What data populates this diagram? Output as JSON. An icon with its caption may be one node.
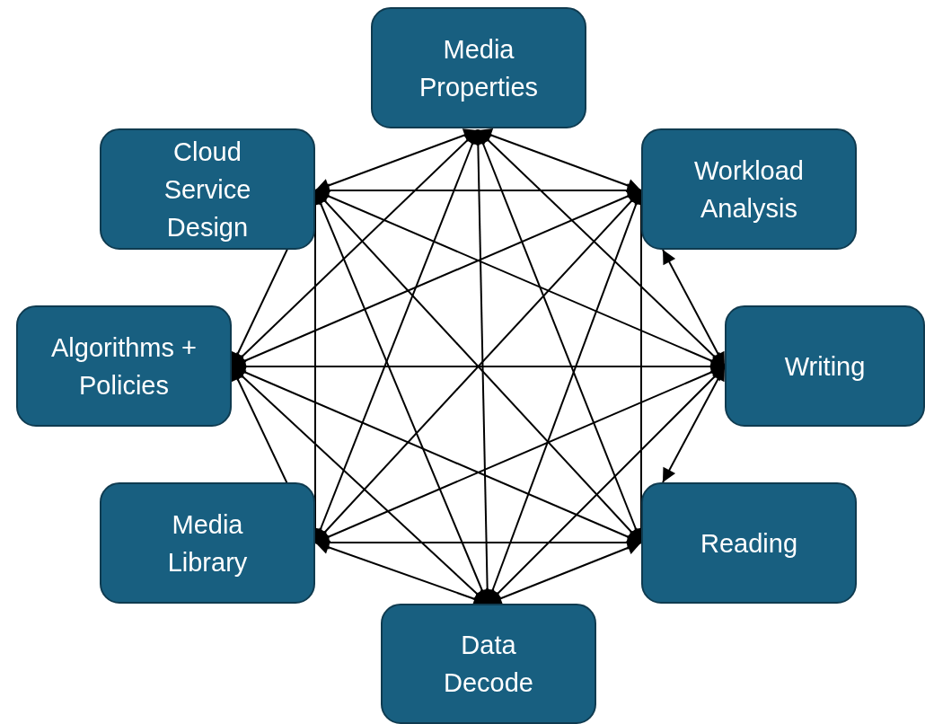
{
  "diagram": {
    "nodes": [
      {
        "text": [
          "Media Properties"
        ]
      },
      {
        "text": [
          "Cloud Service Design"
        ]
      },
      {
        "text": [
          "Workload Analysis"
        ]
      },
      {
        "text": [
          "Algorithms + Policies"
        ]
      },
      {
        "text": [
          "Writing"
        ]
      },
      {
        "text": [
          "Media Library"
        ]
      },
      {
        "text": [
          "Reading"
        ]
      },
      {
        "text": [
          "Data Decode"
        ]
      }
    ],
    "edges": [
      {
        "from": 0,
        "to": 1,
        "arrow": "both"
      },
      {
        "from": 0,
        "to": 2,
        "arrow": "both"
      },
      {
        "from": 0,
        "to": 3,
        "arrow": "both"
      },
      {
        "from": 0,
        "to": 4,
        "arrow": "both"
      },
      {
        "from": 0,
        "to": 5,
        "arrow": "both"
      },
      {
        "from": 0,
        "to": 6,
        "arrow": "both"
      },
      {
        "from": 0,
        "to": 7,
        "arrow": "both"
      },
      {
        "from": 1,
        "to": 2,
        "arrow": "both"
      },
      {
        "from": 1,
        "to": 3,
        "arrow": "both"
      },
      {
        "from": 1,
        "to": 4,
        "arrow": "both"
      },
      {
        "from": 1,
        "to": 5,
        "arrow": "both"
      },
      {
        "from": 1,
        "to": 6,
        "arrow": "both"
      },
      {
        "from": 1,
        "to": 7,
        "arrow": "both"
      },
      {
        "from": 2,
        "to": 3,
        "arrow": "both"
      },
      {
        "from": 2,
        "to": 4,
        "arrow": "both"
      },
      {
        "from": 2,
        "to": 5,
        "arrow": "both"
      },
      {
        "from": 2,
        "to": 6,
        "arrow": "both"
      },
      {
        "from": 2,
        "to": 7,
        "arrow": "both"
      },
      {
        "from": 3,
        "to": 4,
        "arrow": "both"
      },
      {
        "from": 3,
        "to": 5,
        "arrow": "both"
      },
      {
        "from": 3,
        "to": 6,
        "arrow": "both"
      },
      {
        "from": 3,
        "to": 7,
        "arrow": "both"
      },
      {
        "from": 4,
        "to": 5,
        "arrow": "both"
      },
      {
        "from": 4,
        "to": 6,
        "arrow": "both"
      },
      {
        "from": 4,
        "to": 7,
        "arrow": "both"
      },
      {
        "from": 5,
        "to": 6,
        "arrow": "both"
      },
      {
        "from": 5,
        "to": 7,
        "arrow": "both"
      },
      {
        "from": 6,
        "to": 7,
        "arrow": "both"
      }
    ]
  }
}
